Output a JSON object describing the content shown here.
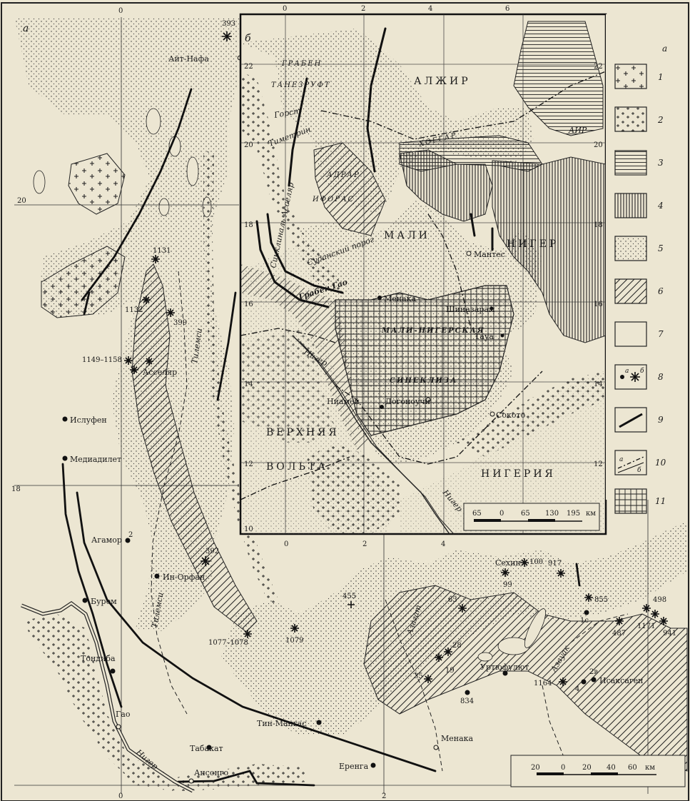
{
  "panel_a": {
    "letter": "а",
    "lon_labels": [
      "0",
      "2"
    ],
    "lat_labels": [
      "20",
      "18"
    ],
    "settlements": [
      "Айт-Нафа",
      "Ислуфен",
      "Медиадилет",
      "Асселяр",
      "Агамор",
      "Ин-Орфан",
      "Бурем",
      "Тондиба",
      "Гао",
      "Табакат",
      "Тин-Мангас",
      "Ансонго",
      "Еренга",
      "Менака",
      "Сехин",
      "Уртюфулют",
      "Исаксаген"
    ],
    "river_labels": [
      "Нигер",
      "Тилемси",
      "Тилемси",
      "Азагат",
      "Азауак"
    ],
    "points": [
      "393",
      "1131",
      "1132",
      "399",
      "1149–1158",
      "392",
      "1079",
      "1077–1078",
      "455",
      "63",
      "28",
      "19",
      "35",
      "834",
      "99",
      "100",
      "917",
      "855",
      "487",
      "1171",
      "941",
      "498",
      "1164",
      "2",
      "1c",
      "4",
      "2в"
    ],
    "scale_bar": {
      "ticks": [
        "20",
        "0",
        "20",
        "40",
        "60"
      ],
      "unit": "км"
    }
  },
  "panel_b": {
    "letter": "б",
    "lon_labels": [
      "0",
      "2",
      "4",
      "6"
    ],
    "lat_labels": [
      "22",
      "20",
      "18",
      "16",
      "14",
      "12",
      "10"
    ],
    "regions": [
      "АЛЖИР",
      "МАЛИ",
      "НИГЕР",
      "НИГЕРИЯ",
      "ВЕРХНЯЯ",
      "ВОЛЬТА"
    ],
    "geo_labels": [
      "ГРАБЕН",
      "ТАНЕЗРУФТ",
      "Горст",
      "Тиметрин",
      "АДРАР",
      "ИФОРАС",
      "ХОГГАР",
      "АИР",
      "Синклиналь Асселяр",
      "Суданский порог",
      "Грабен Гао",
      "МАЛИ-НИГЕРСКАЯ",
      "СИНЕКЛИЗА",
      "Нигер",
      "Нигер"
    ],
    "places": [
      "Мантес",
      "Менака",
      "Шиназарам",
      "Тауа",
      "Ниамей",
      "Догоноучи",
      "Сокото"
    ],
    "scale_bar": {
      "ticks": [
        "65",
        "0",
        "65",
        "130",
        "195"
      ],
      "unit": "км"
    }
  },
  "legend": {
    "corner_mark": "а",
    "items": [
      "1",
      "2",
      "3",
      "4",
      "5",
      "6",
      "7",
      "8",
      "9",
      "10",
      "11"
    ],
    "sub_a": "а",
    "sub_b": "б"
  }
}
